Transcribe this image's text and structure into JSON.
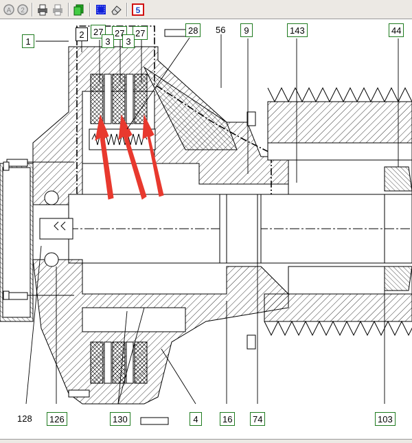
{
  "toolbar": {
    "buttons": [
      {
        "icon": "zoom-in-icon"
      },
      {
        "icon": "zoom-out-icon"
      },
      {
        "icon": "print-icon"
      },
      {
        "icon": "print-preview-icon"
      },
      {
        "icon": "copy-icon"
      },
      {
        "icon": "highlight-icon"
      },
      {
        "icon": "eraser-icon"
      },
      {
        "icon": "parts-list-icon"
      }
    ]
  },
  "callouts": {
    "c1": "1",
    "c2": "2",
    "c27a": "27",
    "c27b": "27",
    "c27c": "27",
    "c3a": "3",
    "c3b": "3",
    "c28": "28",
    "c56": "56",
    "c9": "9",
    "c143": "143",
    "c44": "44",
    "c128": "128",
    "c126": "126",
    "c130": "130",
    "c4": "4",
    "c16": "16",
    "c74": "74",
    "c103": "103"
  },
  "colors": {
    "callout_border": "#1d7a1d",
    "arrow": "#e8392e",
    "line": "#000000",
    "toolbar_bg": "#ece9e4"
  }
}
